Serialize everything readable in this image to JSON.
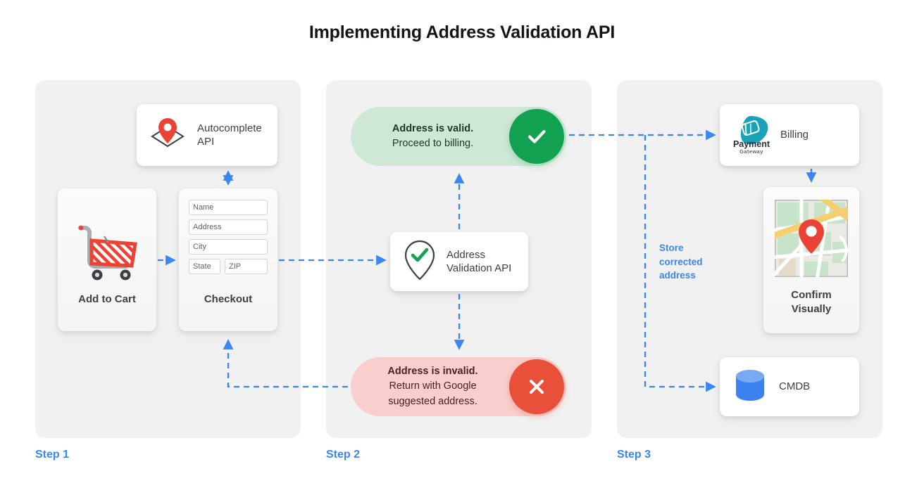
{
  "title": "Implementing Address Validation API",
  "colors": {
    "accent_blue": "#3a86f4",
    "panel_bg": "#f1f1f1",
    "valid_bg": "#cfe8d6",
    "valid_badge": "#12a150",
    "invalid_bg": "#f8cfcc",
    "invalid_badge": "#e8503a",
    "pin_red": "#ea4335",
    "cmdb_blue": "#3b82ef",
    "payment_teal": "#18a3b8"
  },
  "steps": [
    {
      "label": "Step 1"
    },
    {
      "label": "Step 2"
    },
    {
      "label": "Step 3"
    }
  ],
  "step1": {
    "autocomplete": {
      "label": "Autocomplete\nAPI",
      "line1": "Autocomplete",
      "line2": "API",
      "icon": "map-pin-diamond-icon"
    },
    "add_to_cart": {
      "label": "Add to Cart",
      "icon": "shopping-cart-icon"
    },
    "checkout": {
      "label": "Checkout",
      "fields": [
        {
          "name": "name",
          "placeholder": "Name"
        },
        {
          "name": "address",
          "placeholder": "Address"
        },
        {
          "name": "city",
          "placeholder": "City"
        },
        {
          "name": "state",
          "placeholder": "State"
        },
        {
          "name": "zip",
          "placeholder": "ZIP"
        }
      ]
    }
  },
  "step2": {
    "valid": {
      "line1": "Address is valid.",
      "line2": "Proceed to billing.",
      "badge_icon": "check-icon"
    },
    "validation_api": {
      "line1": "Address",
      "line2": "Validation API",
      "icon": "pin-check-icon"
    },
    "invalid": {
      "line1": "Address is invalid.",
      "line2": "Return with Google",
      "line3": "suggested address.",
      "badge_icon": "close-icon"
    }
  },
  "step3": {
    "billing": {
      "label": "Billing",
      "icon": "payment-gateway-logo",
      "logo_line1": "Payment",
      "logo_line2": "Gateway"
    },
    "confirm": {
      "line1": "Confirm",
      "line2": "Visually",
      "icon": "map-thumbnail-icon"
    },
    "cmdb": {
      "label": "CMDB",
      "icon": "database-icon"
    },
    "store_note": {
      "line1": "Store",
      "line2": "corrected",
      "line3": "address"
    }
  }
}
